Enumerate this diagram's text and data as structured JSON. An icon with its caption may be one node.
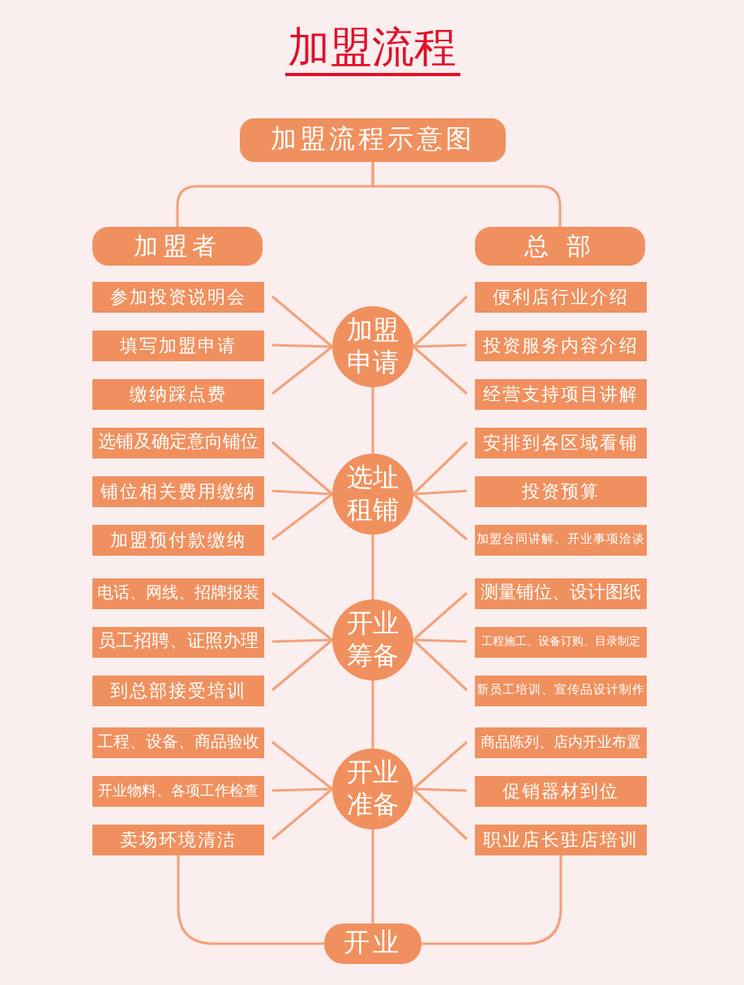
{
  "diagram": {
    "title": "加盟流程",
    "nodes": [
      {
        "text": [
          "加盟流程示意图"
        ]
      },
      {
        "text": [
          "加盟者"
        ]
      },
      {
        "text": [
          "总 部"
        ]
      },
      {
        "text": [
          "加盟申请"
        ]
      },
      {
        "text": [
          "参加投资说明会"
        ]
      },
      {
        "text": [
          "填写加盟申请"
        ]
      },
      {
        "text": [
          "缴纳踩点费"
        ]
      },
      {
        "text": [
          "便利店行业介绍"
        ]
      },
      {
        "text": [
          "投资服务内容介绍"
        ]
      },
      {
        "text": [
          "经营支持项目讲解"
        ]
      },
      {
        "text": [
          "选址租铺"
        ]
      },
      {
        "text": [
          "选铺及确定意向铺位"
        ]
      },
      {
        "text": [
          "铺位相关费用缴纳"
        ]
      },
      {
        "text": [
          "加盟预付款缴纳"
        ]
      },
      {
        "text": [
          "安排到各区域看铺"
        ]
      },
      {
        "text": [
          "投资预算"
        ]
      },
      {
        "text": [
          "加盟合同讲解、开业事项洽谈"
        ]
      },
      {
        "text": [
          "开业筹备"
        ]
      },
      {
        "text": [
          "电话、网线、招牌报装"
        ]
      },
      {
        "text": [
          "员工招聘、证照办理"
        ]
      },
      {
        "text": [
          "到总部接受培训"
        ]
      },
      {
        "text": [
          "测量铺位、设计图纸"
        ]
      },
      {
        "text": [
          "工程施工、设备订购、目录制定"
        ]
      },
      {
        "text": [
          "新员工培训、宣传品设计制作"
        ]
      },
      {
        "text": [
          "开业准备"
        ]
      },
      {
        "text": [
          "工程、设备、商品验收"
        ]
      },
      {
        "text": [
          "开业物料、各项工作检查"
        ]
      },
      {
        "text": [
          "卖场环境清洁"
        ]
      },
      {
        "text": [
          "商品陈列、店内开业布置"
        ]
      },
      {
        "text": [
          "促销器材到位"
        ]
      },
      {
        "text": [
          "职业店长驻店培训"
        ]
      },
      {
        "text": [
          "开业"
        ]
      }
    ],
    "edges": [
      {
        "from": 0,
        "to": 1,
        "arrow": "none"
      },
      {
        "from": 0,
        "to": 2,
        "arrow": "none"
      },
      {
        "from": 4,
        "to": 3,
        "arrow": "none"
      },
      {
        "from": 5,
        "to": 3,
        "arrow": "none"
      },
      {
        "from": 6,
        "to": 3,
        "arrow": "none"
      },
      {
        "from": 7,
        "to": 3,
        "arrow": "none"
      },
      {
        "from": 8,
        "to": 3,
        "arrow": "none"
      },
      {
        "from": 9,
        "to": 3,
        "arrow": "none"
      },
      {
        "from": 11,
        "to": 10,
        "arrow": "none"
      },
      {
        "from": 12,
        "to": 10,
        "arrow": "none"
      },
      {
        "from": 13,
        "to": 10,
        "arrow": "none"
      },
      {
        "from": 14,
        "to": 10,
        "arrow": "none"
      },
      {
        "from": 15,
        "to": 10,
        "arrow": "none"
      },
      {
        "from": 16,
        "to": 10,
        "arrow": "none"
      },
      {
        "from": 18,
        "to": 17,
        "arrow": "none"
      },
      {
        "from": 19,
        "to": 17,
        "arrow": "none"
      },
      {
        "from": 20,
        "to": 17,
        "arrow": "none"
      },
      {
        "from": 21,
        "to": 17,
        "arrow": "none"
      },
      {
        "from": 22,
        "to": 17,
        "arrow": "none"
      },
      {
        "from": 23,
        "to": 17,
        "arrow": "none"
      },
      {
        "from": 25,
        "to": 24,
        "arrow": "none"
      },
      {
        "from": 26,
        "to": 24,
        "arrow": "none"
      },
      {
        "from": 27,
        "to": 24,
        "arrow": "none"
      },
      {
        "from": 28,
        "to": 24,
        "arrow": "none"
      },
      {
        "from": 29,
        "to": 24,
        "arrow": "none"
      },
      {
        "from": 30,
        "to": 24,
        "arrow": "none"
      },
      {
        "from": 3,
        "to": 10,
        "arrow": "none"
      },
      {
        "from": 10,
        "to": 17,
        "arrow": "none"
      },
      {
        "from": 17,
        "to": 24,
        "arrow": "none"
      },
      {
        "from": 24,
        "to": 31,
        "arrow": "none"
      },
      {
        "from": 27,
        "to": 31,
        "arrow": "none"
      },
      {
        "from": 30,
        "to": 31,
        "arrow": "none"
      }
    ]
  }
}
